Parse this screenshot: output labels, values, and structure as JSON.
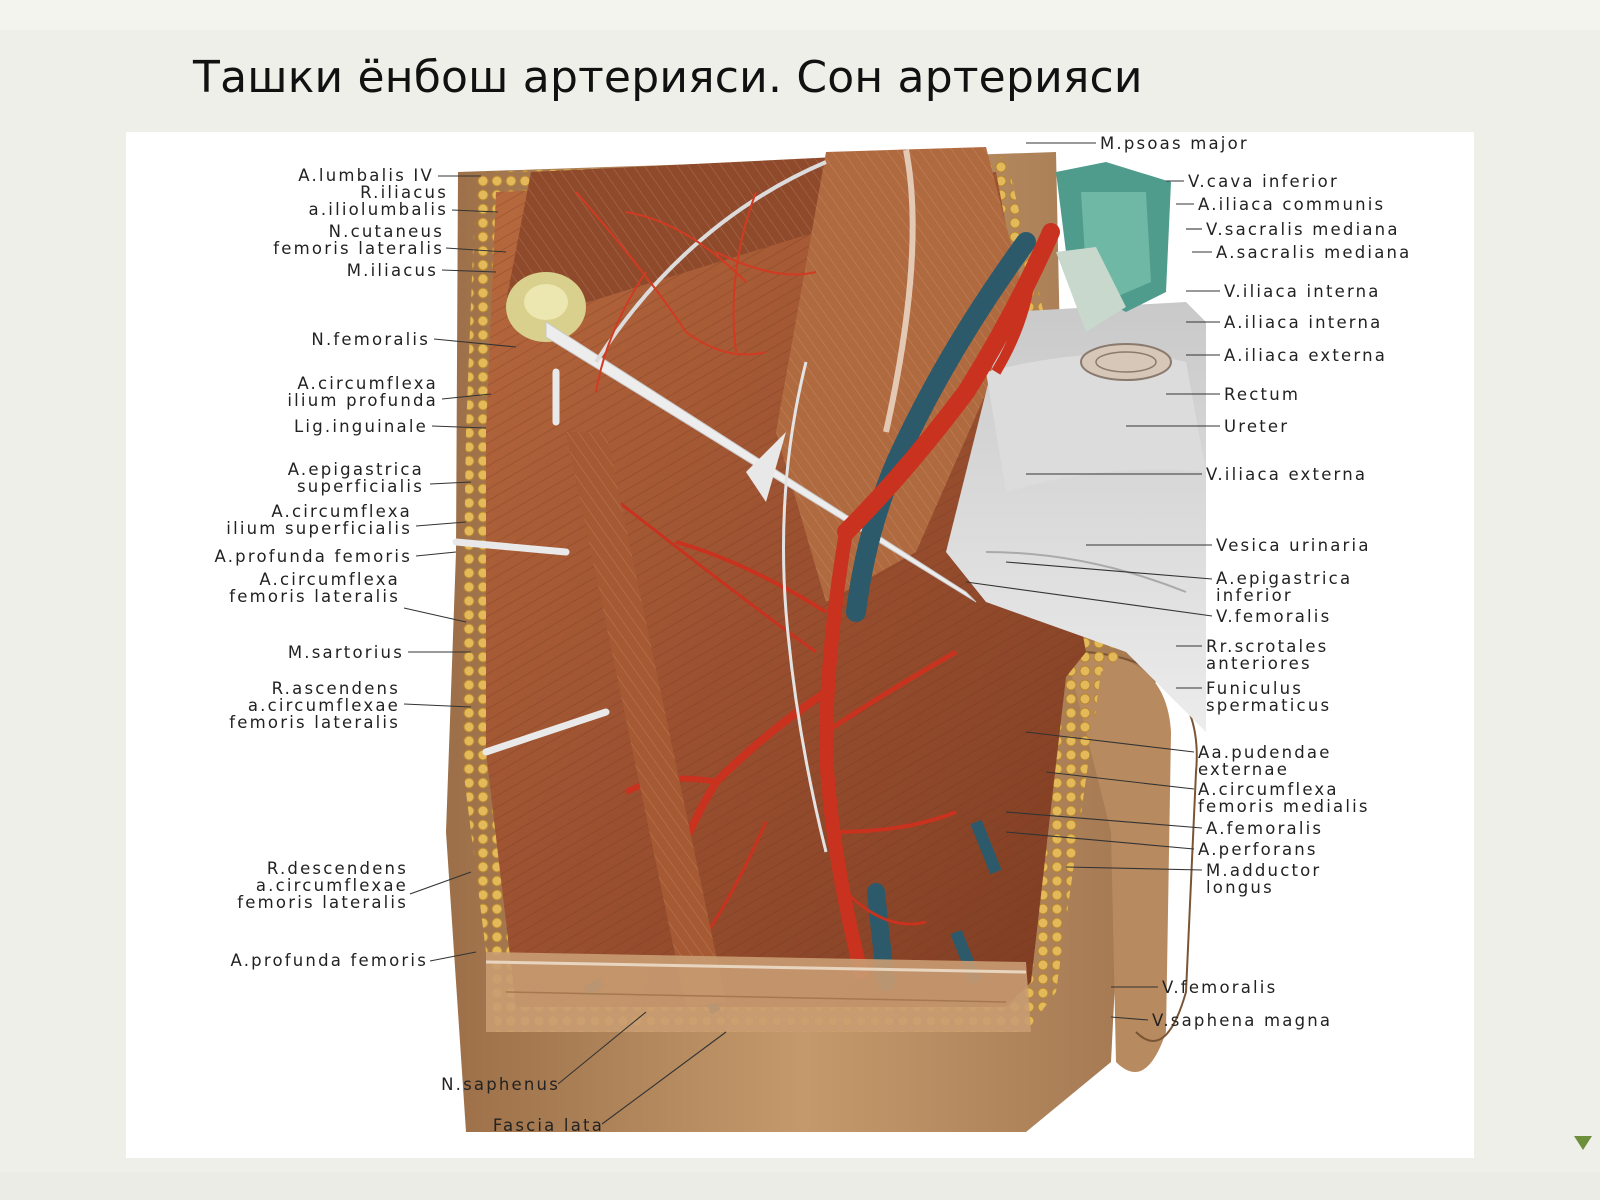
{
  "slide": {
    "title": "Ташки ёнбош артерияси. Сон артерияси"
  },
  "figure": {
    "labels_left": [
      {
        "id": "a-lumbalis-iv",
        "text": "A.lumbalis IV"
      },
      {
        "id": "r-iliacus",
        "text": "R.iliacus\na.iliolumbalis"
      },
      {
        "id": "n-cutaneus",
        "text": "N.cutaneus\nfemoris lateralis"
      },
      {
        "id": "m-iliacus",
        "text": "M.iliacus"
      },
      {
        "id": "n-femoralis",
        "text": "N.femoralis"
      },
      {
        "id": "a-circumflexa-ilium-profunda",
        "text": "A.circumflexa\nilium profunda"
      },
      {
        "id": "lig-inguinale",
        "text": "Lig.inguinale"
      },
      {
        "id": "a-epigastrica-superficialis",
        "text": "A.epigastrica\nsuperficialis"
      },
      {
        "id": "a-circumflexa-ilium-superficialis",
        "text": "A.circumflexa\nilium superficialis"
      },
      {
        "id": "a-profunda-femoris-1",
        "text": "A.profunda femoris"
      },
      {
        "id": "a-circumflexa-femoris-lateralis",
        "text": "A.circumflexa\nfemoris lateralis"
      },
      {
        "id": "m-sartorius",
        "text": "M.sartorius"
      },
      {
        "id": "r-ascendens",
        "text": "R.ascendens\na.circumflexae\nfemoris lateralis"
      },
      {
        "id": "r-descendens",
        "text": "R.descendens\na.circumflexae\nfemoris lateralis"
      },
      {
        "id": "a-profunda-femoris-2",
        "text": "A.profunda femoris"
      },
      {
        "id": "n-saphenus",
        "text": "N.saphenus"
      },
      {
        "id": "fascia-lata",
        "text": "Fascia lata"
      }
    ],
    "labels_right": [
      {
        "id": "m-psoas-major",
        "text": "M.psoas major"
      },
      {
        "id": "v-cava-inferior",
        "text": "V.cava inferior"
      },
      {
        "id": "a-iliaca-communis",
        "text": "A.iliaca communis"
      },
      {
        "id": "v-sacralis-mediana",
        "text": "V.sacralis mediana"
      },
      {
        "id": "a-sacralis-mediana",
        "text": "A.sacralis mediana"
      },
      {
        "id": "v-iliaca-interna",
        "text": "V.iliaca interna"
      },
      {
        "id": "a-iliaca-interna",
        "text": "A.iliaca interna"
      },
      {
        "id": "a-iliaca-externa",
        "text": "A.iliaca externa"
      },
      {
        "id": "rectum",
        "text": "Rectum"
      },
      {
        "id": "ureter",
        "text": "Ureter"
      },
      {
        "id": "v-iliaca-externa",
        "text": "V.iliaca externa"
      },
      {
        "id": "vesica-urinaria",
        "text": "Vesica urinaria"
      },
      {
        "id": "a-epigastrica-inferior",
        "text": "A.epigastrica\ninferior"
      },
      {
        "id": "v-femoralis-1",
        "text": "V.femoralis"
      },
      {
        "id": "rr-scrotales",
        "text": "Rr.scrotales\nanteriores"
      },
      {
        "id": "funiculus",
        "text": "Funiculus\nspermaticus"
      },
      {
        "id": "aa-pudendae",
        "text": "Aa.pudendae\nexternae"
      },
      {
        "id": "a-circumflexa-femoris-medialis",
        "text": "A.circumflexa\nfemoris medialis"
      },
      {
        "id": "a-femoralis",
        "text": "A.femoralis"
      },
      {
        "id": "a-perforans",
        "text": "A.perforans"
      },
      {
        "id": "m-adductor-longus",
        "text": "M.adductor\nlongus"
      },
      {
        "id": "v-femoralis-2",
        "text": "V.femoralis"
      },
      {
        "id": "v-saphena-magna",
        "text": "V.saphena magna"
      }
    ]
  },
  "colors": {
    "artery": "#c8321e",
    "vein": "#2d5a6b",
    "muscle": "#a8623a",
    "fat": "#d9b055",
    "skin": "#b58a5e"
  }
}
